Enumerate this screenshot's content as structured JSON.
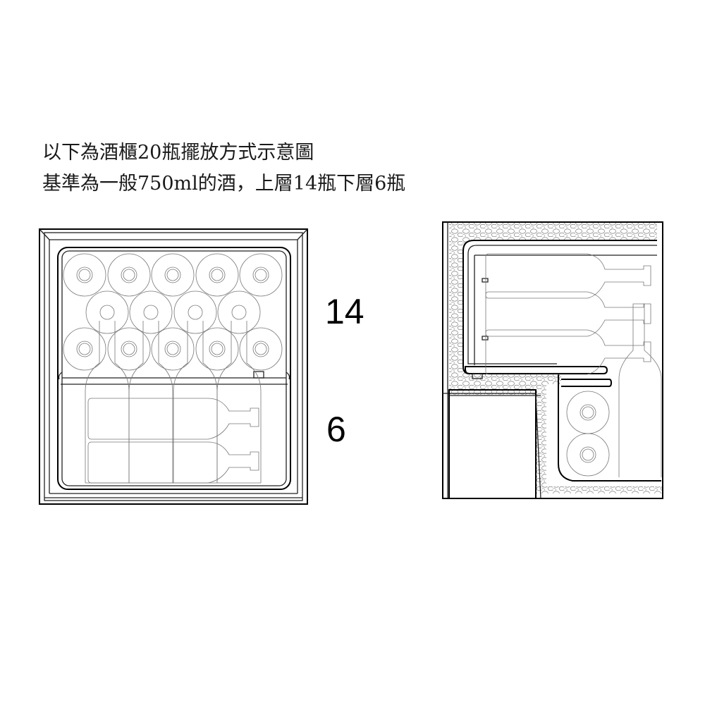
{
  "caption": {
    "line1": "以下為酒櫃20瓶擺放方式示意圖",
    "line2": "基準為一般750ml的酒，上層14瓶下層6瓶"
  },
  "front_view": {
    "label": "front-view",
    "upper_shelf": {
      "count_label": "14",
      "rows": [
        {
          "bottles": 5,
          "orientation": "end-on"
        },
        {
          "bottles": 4,
          "orientation": "end-on"
        },
        {
          "bottles": 5,
          "orientation": "end-on"
        }
      ]
    },
    "lower_shelf": {
      "count_label": "6",
      "upright_bottles": 4,
      "lying_bottles": 2
    }
  },
  "side_view": {
    "label": "side-cross-section",
    "upper_lying_bottles": 3,
    "lower_end_on_bottles": 2,
    "upright_bottles": 1,
    "insulation": "foam"
  },
  "colors": {
    "line": "#000000",
    "thin_line": "#777777",
    "background": "#ffffff"
  }
}
